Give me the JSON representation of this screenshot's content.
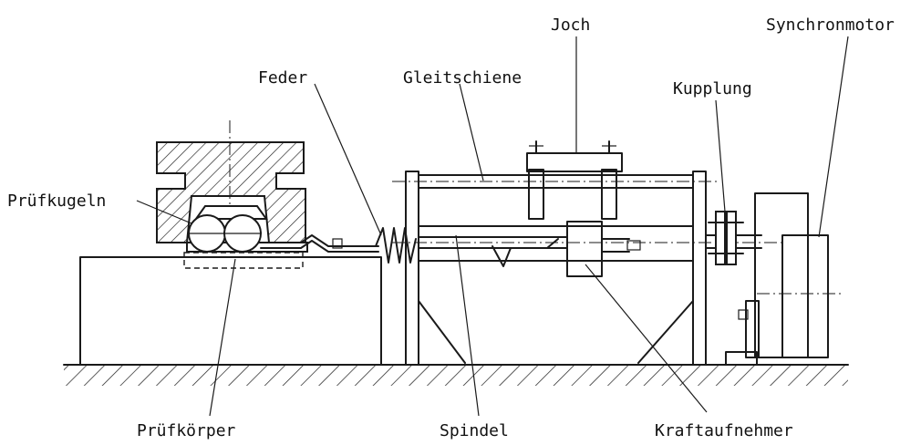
{
  "labels": {
    "joch": "Joch",
    "synchronmotor": "Synchronmotor",
    "feder": "Feder",
    "gleitschiene": "Gleitschiene",
    "kupplung": "Kupplung",
    "pruefkugeln": "Prüfkugeln",
    "pruefkoerper": "Prüfkörper",
    "spindel": "Spindel",
    "kraftaufnehmer": "Kraftaufnehmer"
  }
}
